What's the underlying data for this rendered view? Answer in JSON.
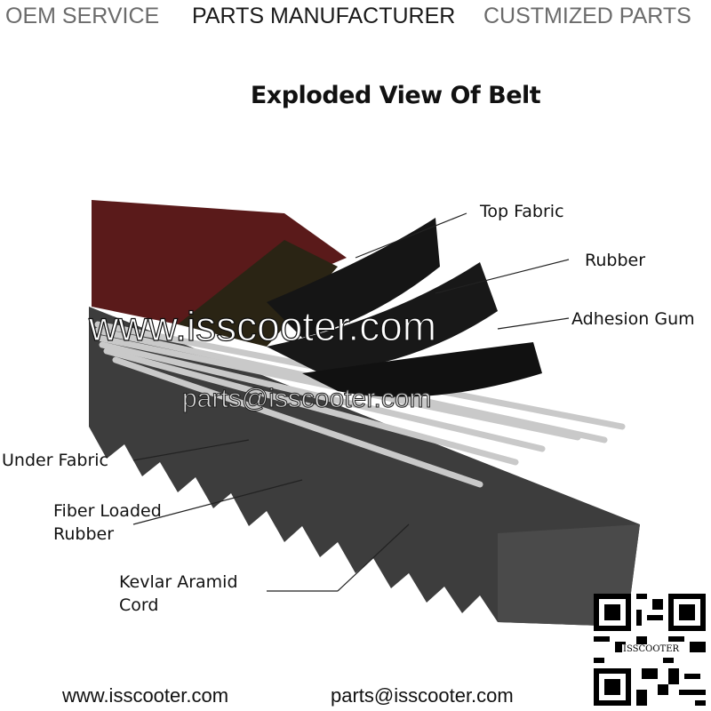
{
  "header": {
    "items": [
      {
        "label": "OEM SERVICE",
        "color": "#6b6b6b"
      },
      {
        "label": "PARTS MANUFACTURER",
        "color": "#1a1a1a"
      },
      {
        "label": "CUSTMIZED PARTS",
        "color": "#6b6b6b"
      }
    ]
  },
  "title": "Exploded View Of Belt",
  "labels": {
    "top_fabric": "Top Fabric",
    "rubber": "Rubber",
    "adhesion_gum": "Adhesion Gum",
    "under_fabric": "Under Fabric",
    "fiber_loaded_1": "Fiber Loaded",
    "fiber_loaded_2": "Rubber",
    "kevlar_1": "Kevlar Aramid",
    "kevlar_2": "Cord"
  },
  "watermark": {
    "site": "www.isscooter.com",
    "email": "parts@isscooter.com"
  },
  "qr": {
    "label": "ISSCOOTER"
  },
  "footer": {
    "website": "www.isscooter.com",
    "email": "parts@isscooter.com"
  },
  "colors": {
    "maroon": "#5a1a1a",
    "belt": "#3c3c3c",
    "layer": "#151515",
    "cord": "#c8c8c8"
  }
}
